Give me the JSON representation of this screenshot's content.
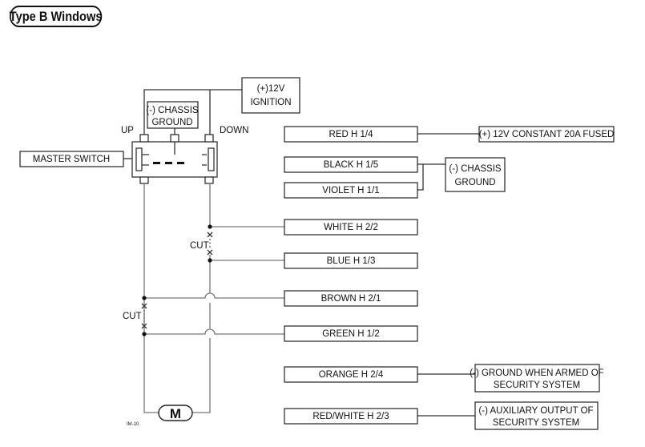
{
  "title": "Type B Windows",
  "labels": {
    "ignition_line1": "(+)12V",
    "ignition_line2": "IGNITION",
    "chassis_top_line1": "(-) CHASSIS",
    "chassis_top_line2": "GROUND",
    "up": "UP",
    "down": "DOWN",
    "master_switch": "MASTER SWITCH",
    "cut_upper": "CUT",
    "cut_lower": "CUT",
    "motor": "M",
    "figure_code": "IM-10"
  },
  "wires": [
    {
      "label": "RED H 1/4"
    },
    {
      "label": "BLACK H 1/5"
    },
    {
      "label": "VIOLET H 1/1"
    },
    {
      "label": "WHITE H 2/2"
    },
    {
      "label": "BLUE H 1/3"
    },
    {
      "label": "BROWN H 2/1"
    },
    {
      "label": "GREEN H 1/2"
    },
    {
      "label": "ORANGE H 2/4"
    },
    {
      "label": "RED/WHITE H 2/3"
    }
  ],
  "destinations": {
    "constant_fused": "(+) 12V CONSTANT 20A FUSED",
    "chassis_right_line1": "(-) CHASSIS",
    "chassis_right_line2": "GROUND",
    "ground_armed_line1": "(-) GROUND WHEN ARMED OF",
    "ground_armed_line2": "SECURITY SYSTEM",
    "aux_output_line1": "(-) AUXILIARY OUTPUT OF",
    "aux_output_line2": "SECURITY SYSTEM"
  }
}
